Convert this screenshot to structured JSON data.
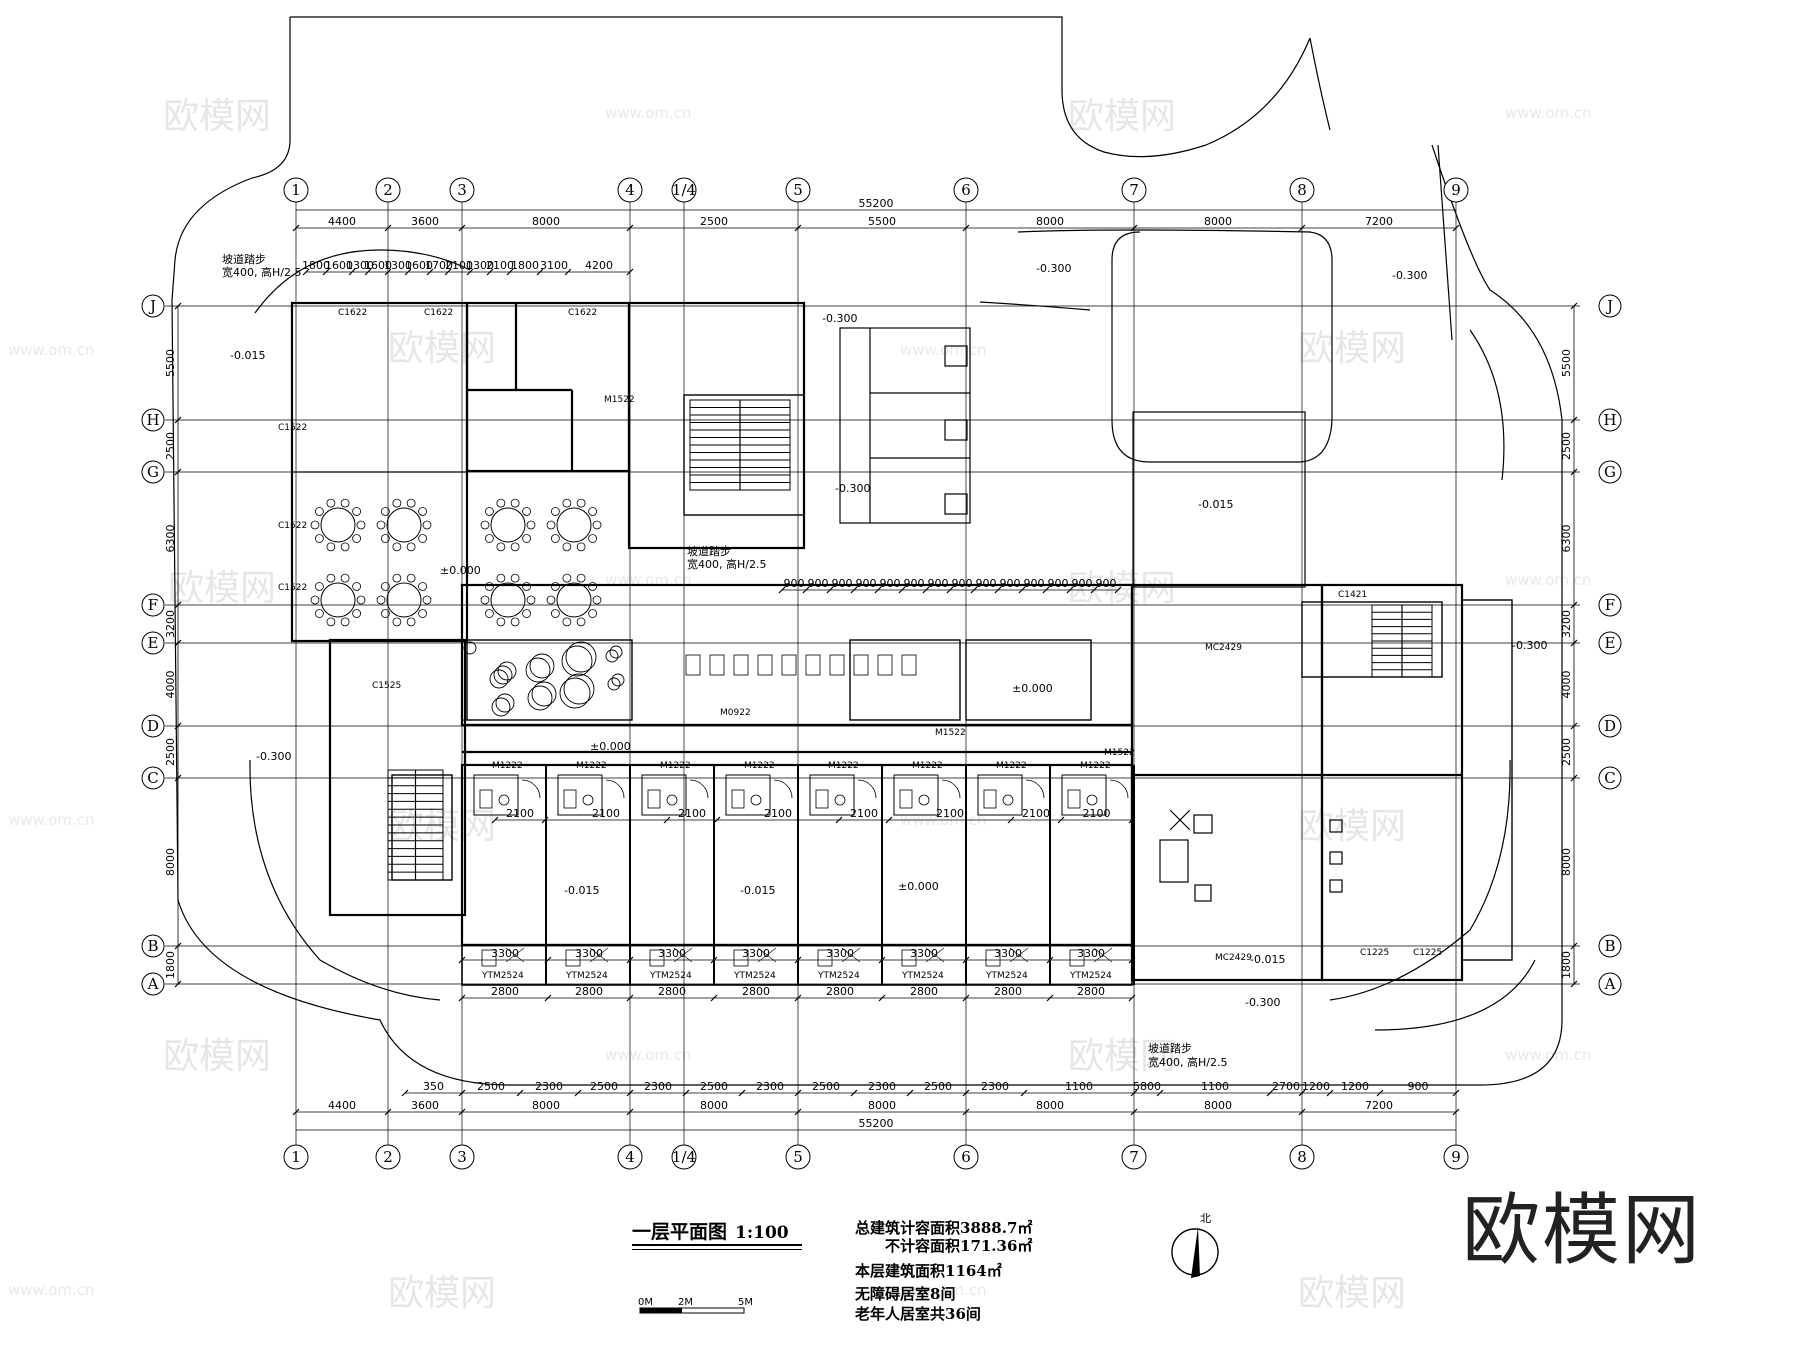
{
  "drawing": {
    "title": "一层平面图",
    "scale": "1:100",
    "brand": "欧模网",
    "watermark": "欧模网",
    "watermark_url": "www.om.cn",
    "north_label": "北",
    "scale_bar": {
      "labels": [
        "0M",
        "2M",
        "5M"
      ]
    }
  },
  "notes": {
    "line1": "总建筑计容面积3888.7㎡",
    "line2": "不计容面积171.36㎡",
    "line3": "本层建筑面积1164㎡",
    "line4": "无障碍居室8间",
    "line5": "老年人居室共36间"
  },
  "axes": {
    "columns": [
      "1",
      "2",
      "3",
      "4",
      "1/4",
      "5",
      "6",
      "7",
      "8",
      "9"
    ],
    "rows": [
      "J",
      "H",
      "G",
      "F",
      "E",
      "D",
      "C",
      "B",
      "A"
    ]
  },
  "dimensions": {
    "top_total": "55200",
    "top_bays": [
      "4400",
      "3600",
      "8000",
      "2500",
      "5500",
      "8000",
      "8000",
      "7200"
    ],
    "bottom_total": "55200",
    "bottom_bays": [
      "4400",
      "3600",
      "8000",
      "8000",
      "8000",
      "8000",
      "8000",
      "7200"
    ],
    "bottom_detail": [
      "350",
      "2500",
      "2300",
      "2500",
      "2300",
      "2500",
      "2300",
      "2500",
      "2300",
      "2500",
      "2300",
      "1100",
      "5800",
      "1100",
      "2700",
      "1200",
      "1200",
      "900"
    ],
    "top_detail": [
      "1800",
      "1600",
      "1300",
      "1600",
      "1300",
      "1600",
      "1700",
      "2100",
      "1300",
      "2100",
      "1800",
      "3100",
      "4200"
    ],
    "left_outer": [
      "5500",
      "2500",
      "6300",
      "3200",
      "4000",
      "2500",
      "8000",
      "1800"
    ],
    "right_outer": [
      "5500",
      "2500",
      "6300",
      "3200",
      "4000",
      "2500",
      "8000",
      "1800"
    ],
    "room_widths": [
      "3300",
      "3300",
      "3300",
      "3300",
      "3300",
      "3300",
      "3300",
      "3300"
    ],
    "balcony_widths": [
      "2800",
      "2800",
      "2800",
      "2800",
      "2800",
      "2800",
      "2800",
      "2800"
    ],
    "bath_widths": [
      "2100",
      "2100",
      "2100",
      "2100",
      "2100",
      "2100",
      "2100",
      "2100"
    ],
    "corridor_runs": [
      "900",
      "900",
      "900",
      "900",
      "900",
      "900",
      "900",
      "900",
      "900",
      "900",
      "900",
      "900",
      "900",
      "900"
    ]
  },
  "levels": {
    "outdoor": "-0.300",
    "floor": "±0.000",
    "wet": "-0.015"
  },
  "tags": {
    "windows": [
      "C1622",
      "C1622",
      "C1622",
      "C1522",
      "C1522",
      "C1522",
      "C1525",
      "C1421",
      "C1225",
      "C1225"
    ],
    "doors": [
      "M1522",
      "M1222",
      "M1222",
      "M1222",
      "M1222",
      "M1222",
      "M1222",
      "M1222",
      "M1222",
      "M1522",
      "M1522",
      "MC2429",
      "MC2429",
      "M0922"
    ],
    "balconies": [
      "YTM2524",
      "YTM2524",
      "YTM2524",
      "YTM2524",
      "YTM2524",
      "YTM2524",
      "YTM2524",
      "YTM2524"
    ]
  },
  "ramp_note": "坡道踏步",
  "ramp_spec": "宽400, 高H/2.5"
}
